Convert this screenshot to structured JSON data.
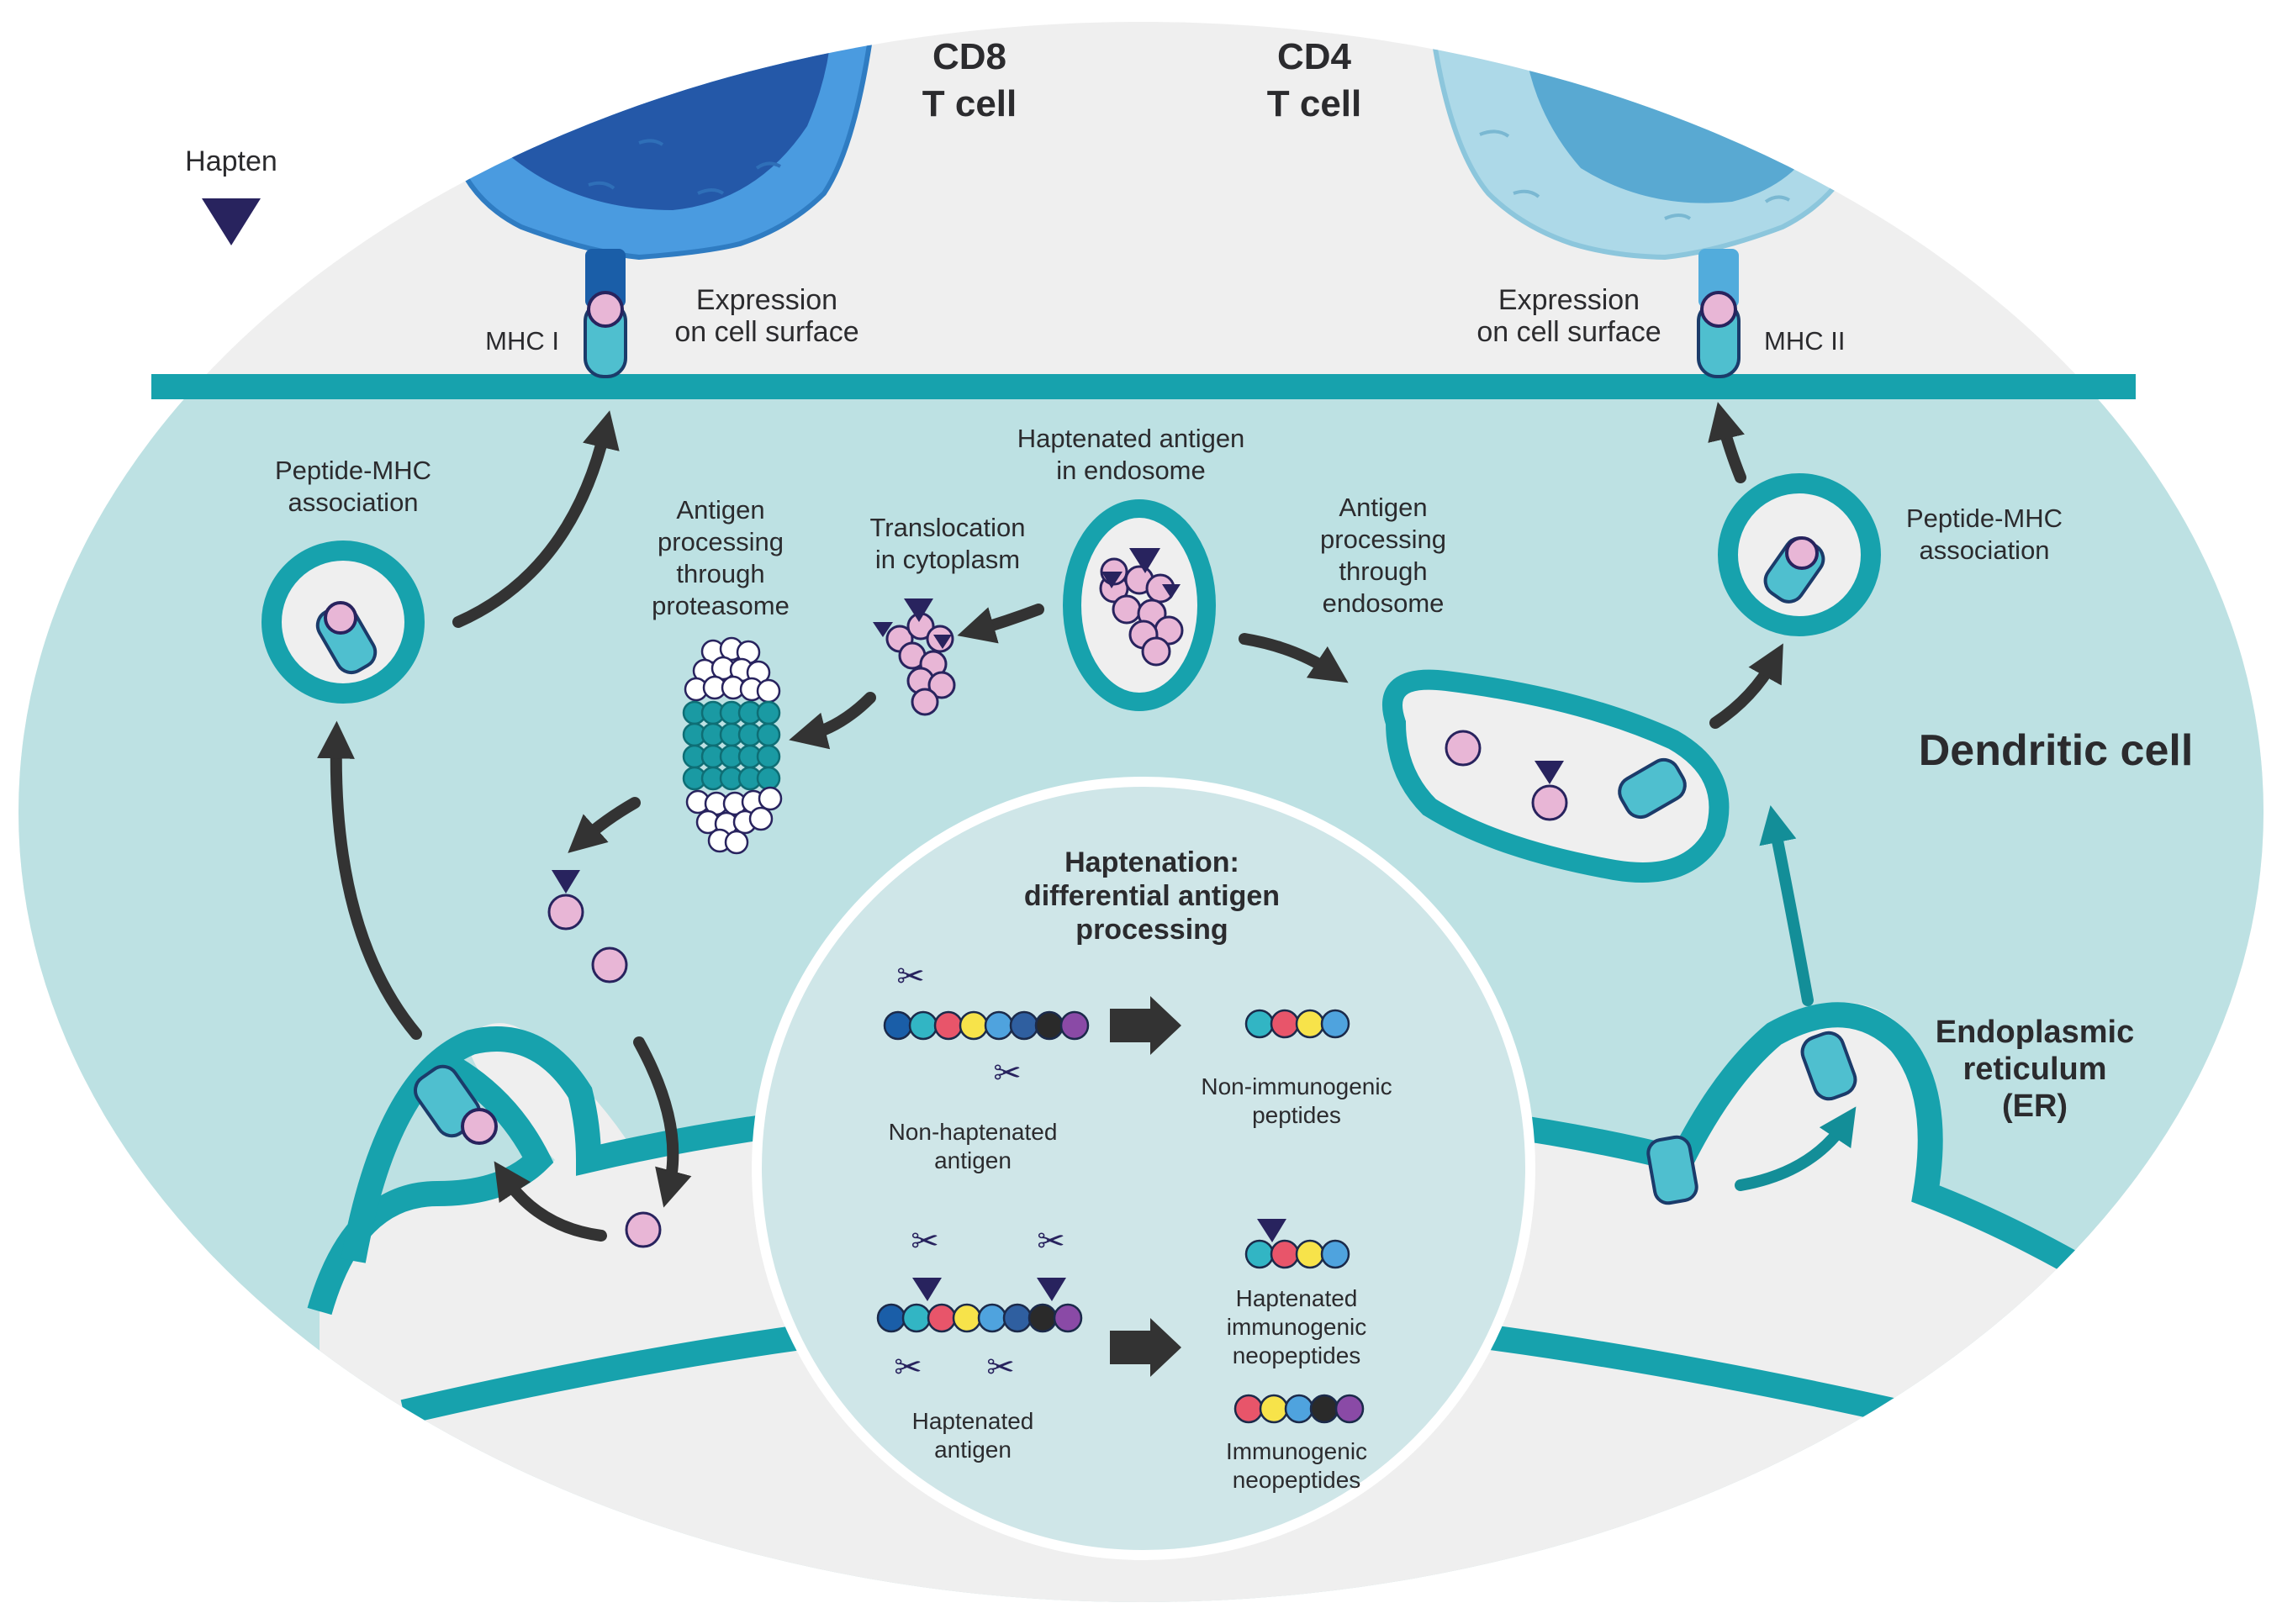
{
  "legend": {
    "hapten_label": "Hapten"
  },
  "t_cells": {
    "cd8": {
      "line1": "CD8",
      "line2": "T cell"
    },
    "cd4": {
      "line1": "CD4",
      "line2": "T cell"
    }
  },
  "surface": {
    "left": {
      "mhc": "MHC I",
      "expression_line1": "Expression",
      "expression_line2": "on cell surface"
    },
    "right": {
      "mhc": "MHC II",
      "expression_line1": "Expression",
      "expression_line2": "on cell surface"
    }
  },
  "labels": {
    "peptide_mhc_left": [
      "Peptide-MHC",
      "association"
    ],
    "peptide_mhc_right": [
      "Peptide-MHC",
      "association"
    ],
    "proteasome": [
      "Antigen",
      "processing",
      "through",
      "proteasome"
    ],
    "translocation": [
      "Translocation",
      "in cytoplasm"
    ],
    "endosome_antigen": [
      "Haptenated antigen",
      "in endosome"
    ],
    "endosome_processing": [
      "Antigen",
      "processing",
      "through",
      "endosome"
    ],
    "dendritic_cell": "Dendritic cell",
    "er": [
      "Endoplasmic",
      "reticulum",
      "(ER)"
    ]
  },
  "inset": {
    "title": [
      "Haptenation:",
      "differential antigen",
      "processing"
    ],
    "non_haptenated": [
      "Non-haptenated",
      "antigen"
    ],
    "non_immunogenic": [
      "Non-immunogenic",
      "peptides"
    ],
    "haptenated": [
      "Haptenated",
      "antigen"
    ],
    "haptenated_neo": [
      "Haptenated",
      "immunogenic",
      "neopeptides"
    ],
    "immunogenic_neo": [
      "Immunogenic",
      "neopeptides"
    ]
  },
  "colors": {
    "cytoplasm": "#bde1e3",
    "membrane": "#17a2ad",
    "extracellular": "#efefef",
    "cd8_cell": "#3f92d6",
    "cd4_cell": "#a9d9e8",
    "hapten": "#28235e",
    "peptide": "#e8b6d6",
    "mhc": "#4fbfcf",
    "arrow": "#333333"
  }
}
